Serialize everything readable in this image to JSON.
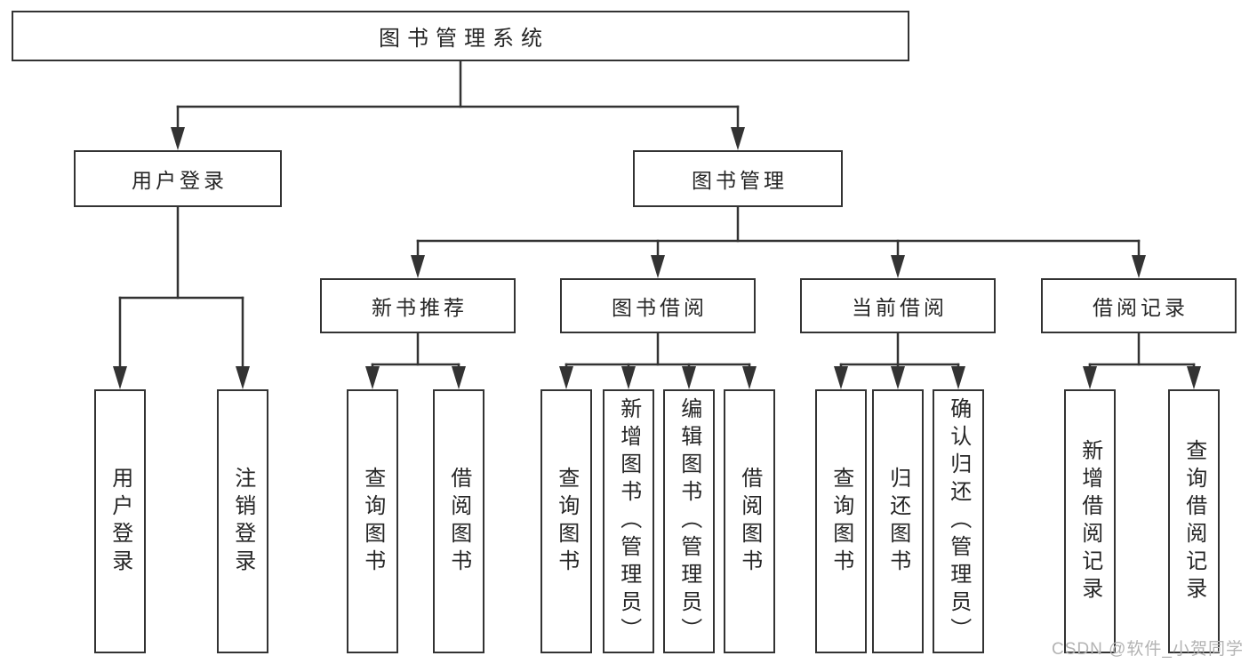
{
  "title": "图书管理系统",
  "watermark": "CSDN @软件_小贺同学",
  "colors": {
    "line": "#333333",
    "box-fill": "#ffffff",
    "text": "#262626",
    "watermark": "#b3b3b3"
  },
  "branches": [
    {
      "label": "用户登录",
      "children": [
        "用户登录",
        "注销登录"
      ]
    },
    {
      "label": "图书管理",
      "groups": [
        {
          "label": "新书推荐",
          "children": [
            "查询图书",
            "借阅图书"
          ]
        },
        {
          "label": "图书借阅",
          "children": [
            "查询图书",
            "新增图书（管理员）",
            "编辑图书（管理员）",
            "借阅图书"
          ]
        },
        {
          "label": "当前借阅",
          "children": [
            "查询图书",
            "归还图书",
            "确认归还（管理员）"
          ]
        },
        {
          "label": "借阅记录",
          "children": [
            "新增借阅记录",
            "查询借阅记录"
          ]
        }
      ]
    }
  ]
}
